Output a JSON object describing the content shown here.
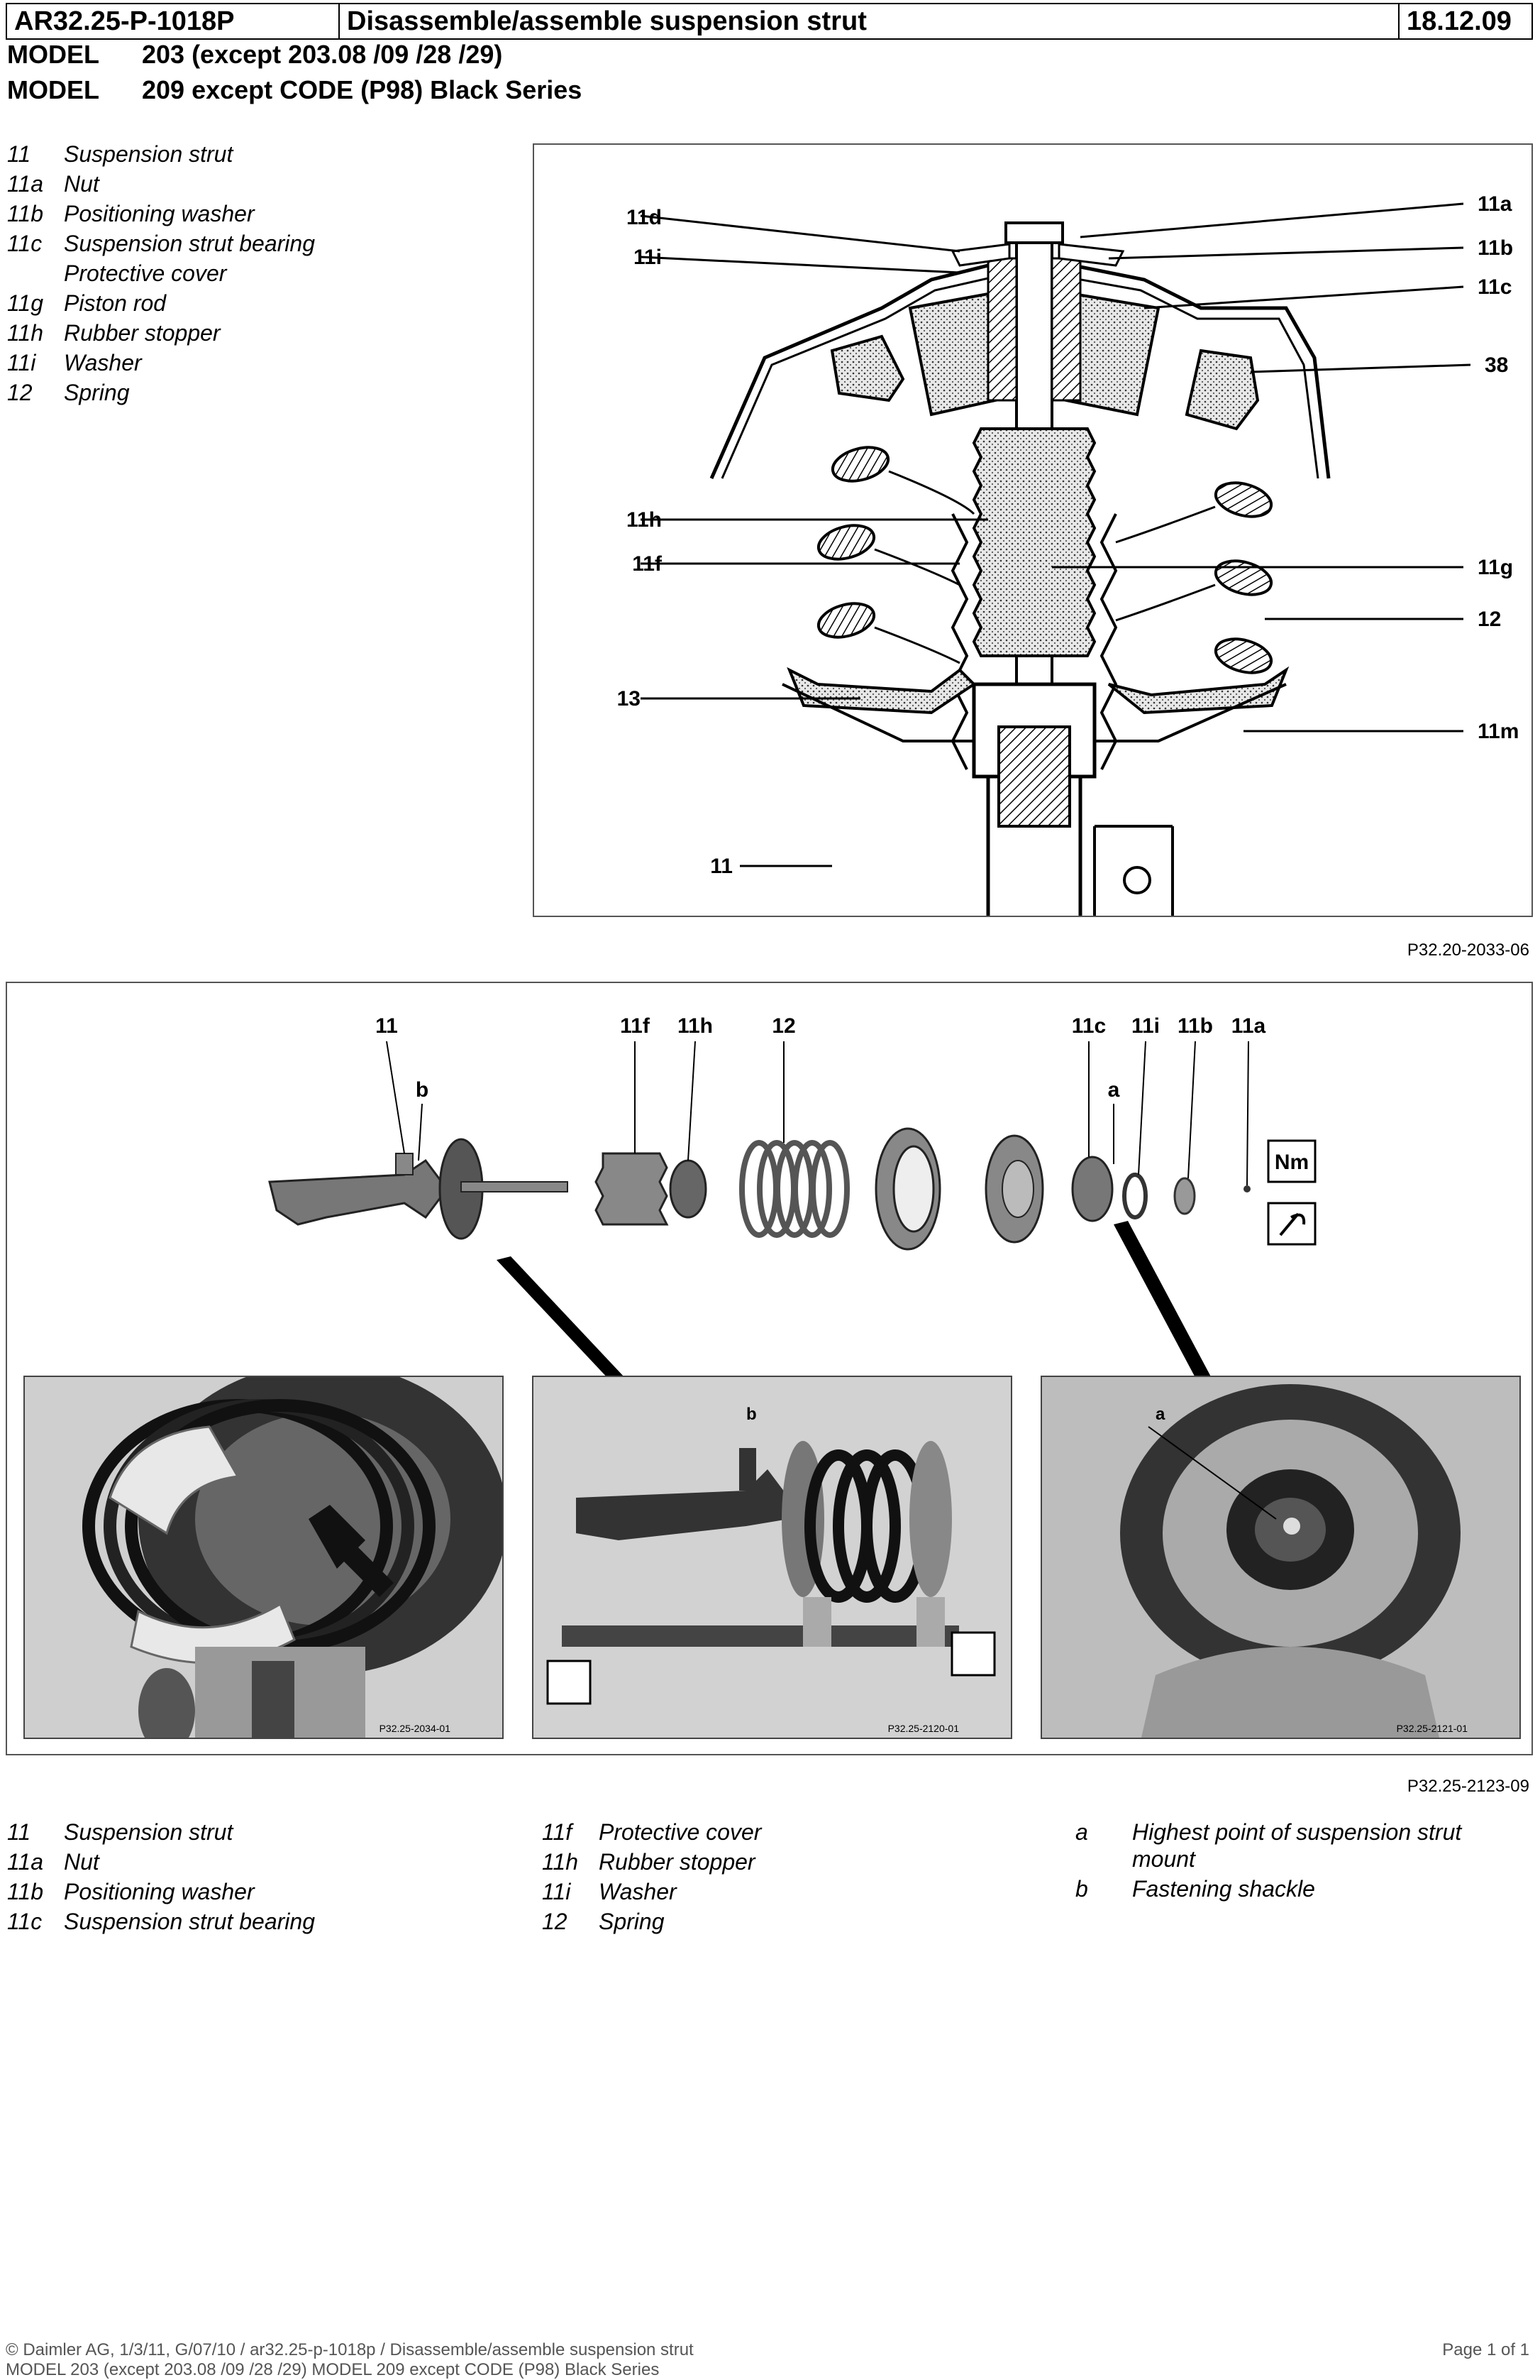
{
  "header": {
    "doc_number": "AR32.25-P-1018P",
    "title": "Disassemble/assemble suspension strut",
    "date": "18.12.09"
  },
  "models": [
    {
      "label": "MODEL",
      "value": "203 (except 203.08 /09 /28 /29)"
    },
    {
      "label": "MODEL",
      "value": "209 except CODE (P98) Black Series"
    }
  ],
  "legend_top": [
    {
      "key": "11",
      "text": "Suspension strut"
    },
    {
      "key": "11a",
      "text": "Nut"
    },
    {
      "key": "11b",
      "text": "Positioning washer"
    },
    {
      "key": "11c",
      "text": "Suspension strut bearing"
    },
    {
      "key": "",
      "text": "Protective cover"
    },
    {
      "key": "11g",
      "text": "Piston rod"
    },
    {
      "key": "11h",
      "text": "Rubber stopper"
    },
    {
      "key": "11i",
      "text": "Washer"
    },
    {
      "key": "12",
      "text": "Spring"
    }
  ],
  "figure1": {
    "ref": "P32.20-2033-06",
    "labels_left": [
      "11d",
      "11i",
      "11h",
      "11f",
      "13",
      "11"
    ],
    "labels_right": [
      "11a",
      "11b",
      "11c",
      "38",
      "11g",
      "12",
      "11m"
    ]
  },
  "figure2": {
    "ref": "P32.25-2123-09",
    "parts": [
      "11",
      "11f",
      "11h",
      "12",
      "11c",
      "11i",
      "11b",
      "11a"
    ],
    "sub_labels": {
      "b": "b",
      "a": "a"
    },
    "nm_symbol": "Nm",
    "photo_refs": [
      "P32.25-2034-01",
      "P32.25-2120-01",
      "P32.25-2121-01"
    ]
  },
  "legend_bottom": {
    "col1": [
      {
        "key": "11",
        "text": "Suspension strut"
      },
      {
        "key": "11a",
        "text": "Nut"
      },
      {
        "key": "11b",
        "text": "Positioning washer"
      },
      {
        "key": "11c",
        "text": "Suspension strut bearing"
      }
    ],
    "col2": [
      {
        "key": "11f",
        "text": "Protective cover"
      },
      {
        "key": "11h",
        "text": "Rubber stopper"
      },
      {
        "key": "11i",
        "text": "Washer"
      },
      {
        "key": "12",
        "text": "Spring"
      }
    ],
    "col3": [
      {
        "key": "a",
        "text": "Highest point of suspension strut",
        "text2": "mount"
      },
      {
        "key": "b",
        "text": "Fastening shackle"
      }
    ]
  },
  "footer": {
    "line1": "© Daimler AG, 1/3/11, G/07/10 / ar32.25-p-1018p / Disassemble/assemble suspension strut",
    "line2": "MODEL 203 (except 203.08 /09 /28 /29) MODEL 209 except CODE (P98) Black Series",
    "page": "Page 1 of 1"
  }
}
